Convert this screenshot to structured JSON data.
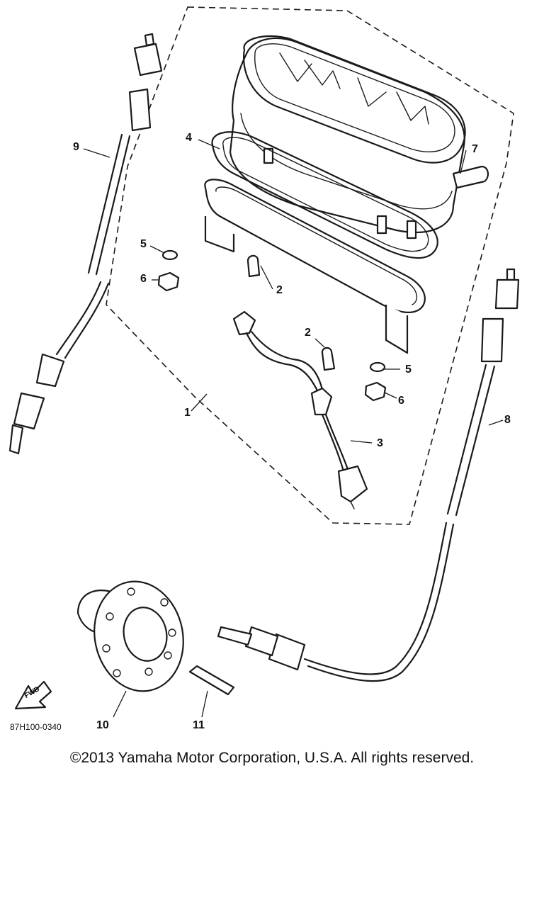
{
  "callouts": {
    "c1": "1",
    "c2a": "2",
    "c2b": "2",
    "c3": "3",
    "c4": "4",
    "c5a": "5",
    "c5b": "5",
    "c6a": "6",
    "c6b": "6",
    "c7": "7",
    "c8": "8",
    "c9": "9",
    "c10": "10",
    "c11": "11"
  },
  "fwd_label": "FWD",
  "drawing_code": "87H100-0340",
  "copyright": "©2013 Yamaha Motor Corporation, U.S.A. All rights reserved."
}
